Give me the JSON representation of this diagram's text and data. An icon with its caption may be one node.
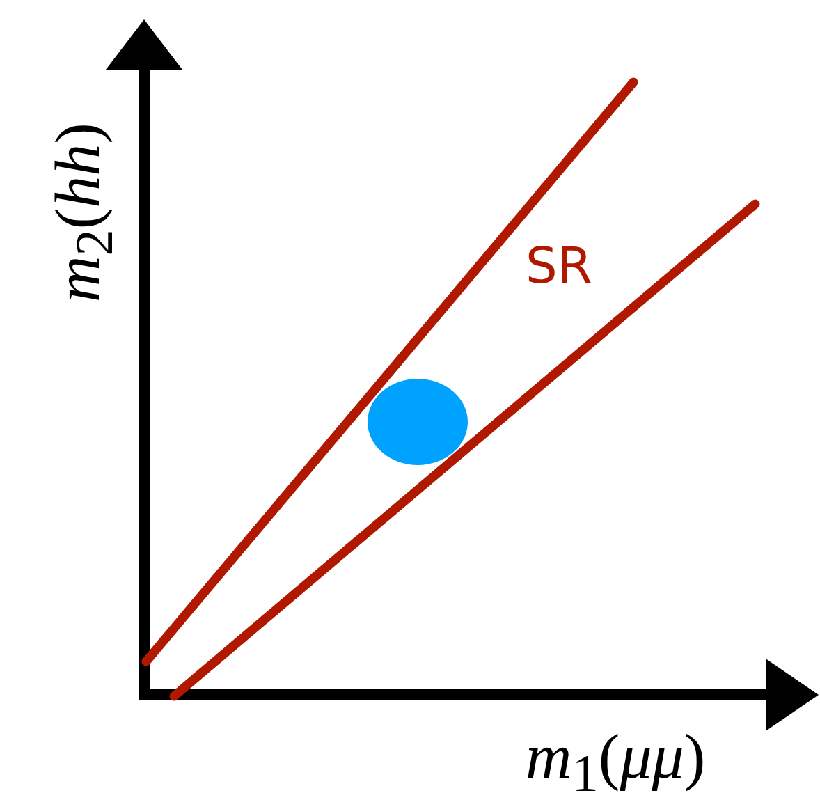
{
  "diagram": {
    "nodes": [
      {
        "text": [],
        "shape": "circle"
      }
    ],
    "labels": [
      "*m*$_{2}$(*hh*)",
      "SR",
      "*m*$_{1}$(*μμ*)"
    ]
  }
}
